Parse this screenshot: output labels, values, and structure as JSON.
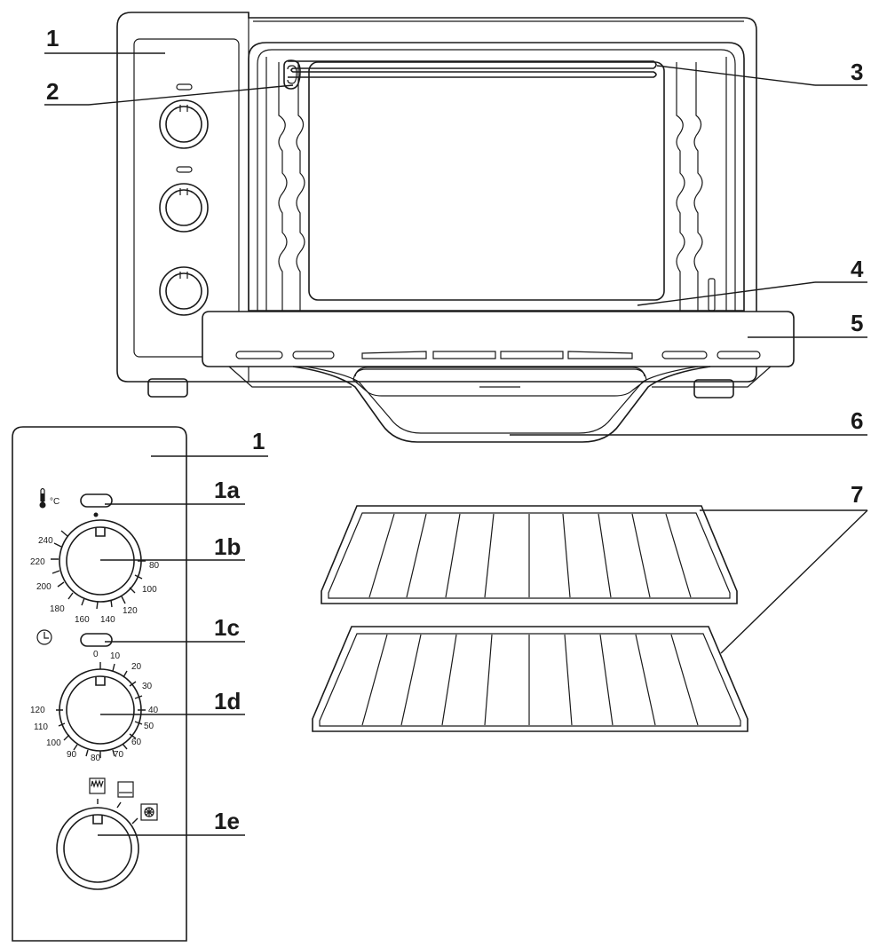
{
  "callouts": {
    "c1": "1",
    "c2": "2",
    "c3": "3",
    "c4": "4",
    "c5": "5",
    "c6": "6",
    "c7": "7",
    "c1_panel": "1",
    "c1a": "1a",
    "c1b": "1b",
    "c1c": "1c",
    "c1d": "1d",
    "c1e": "1e"
  },
  "panel": {
    "thermo_unit": "°C",
    "temp_ticks": [
      "80",
      "100",
      "120",
      "140",
      "160",
      "180",
      "200",
      "220",
      "240"
    ],
    "timer_ticks": [
      "0",
      "10",
      "20",
      "30",
      "40",
      "50",
      "60",
      "70",
      "80",
      "90",
      "100",
      "110",
      "120"
    ]
  },
  "icons": [
    "thermometer-icon",
    "clock-icon",
    "top-heat-icon",
    "bottom-heat-icon",
    "convection-fan-icon"
  ]
}
